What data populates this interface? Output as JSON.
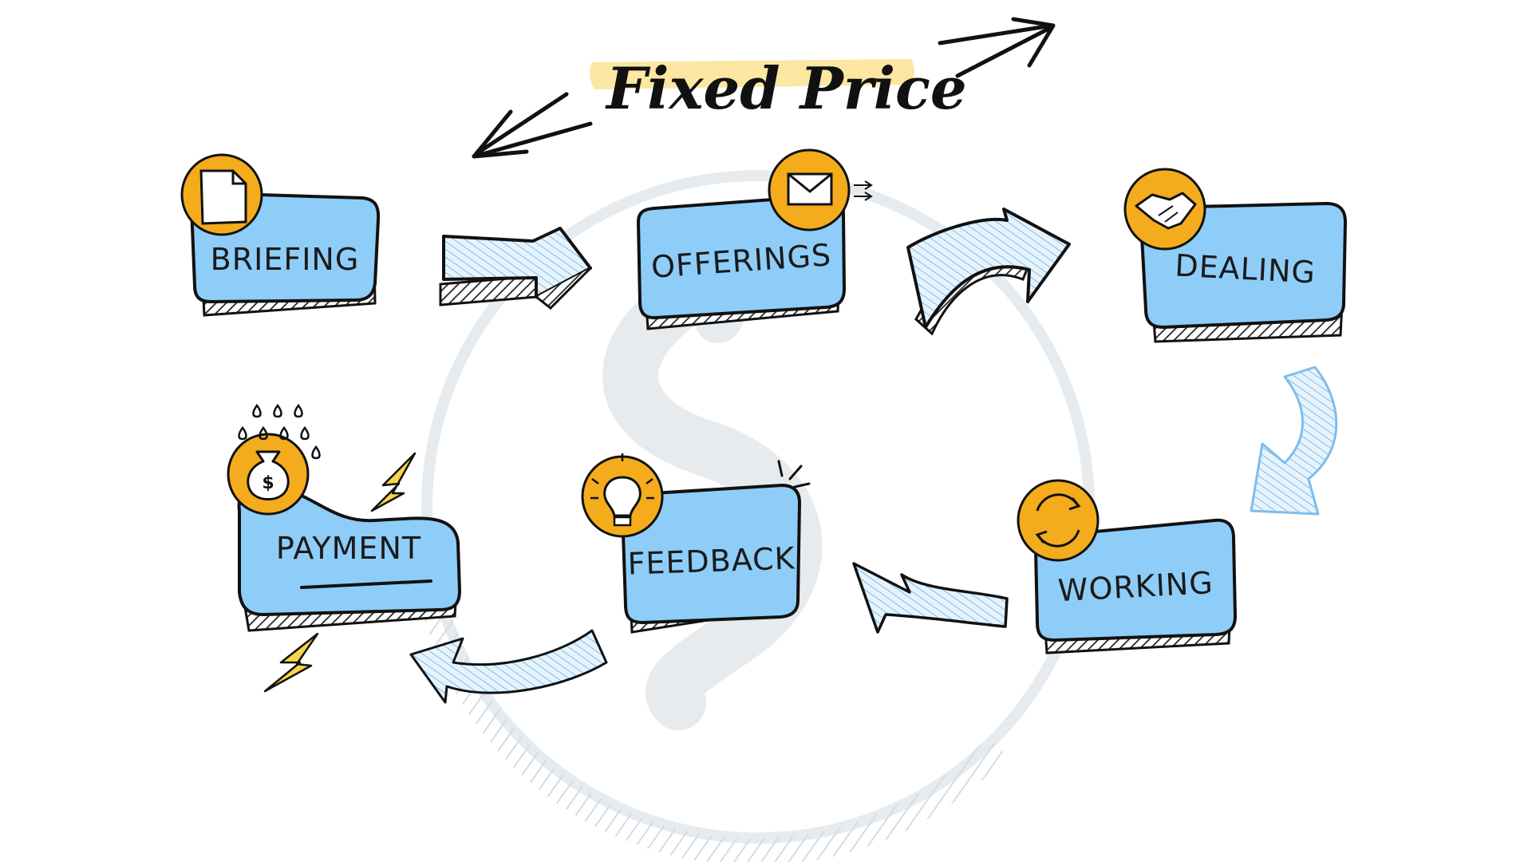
{
  "title": "Fixed Price",
  "steps": [
    {
      "label": "BRIEFING",
      "icon": "document-icon"
    },
    {
      "label": "OFFERINGS",
      "icon": "envelope-icon"
    },
    {
      "label": "DEALING",
      "icon": "handshake-icon"
    },
    {
      "label": "WORKING",
      "icon": "cycle-icon"
    },
    {
      "label": "FEEDBACK",
      "icon": "lightbulb-icon"
    },
    {
      "label": "PAYMENT",
      "icon": "money-bag-icon"
    }
  ],
  "colors": {
    "box_fill": "#8ECDF7",
    "icon_circle": "#F4AC1C",
    "highlight": "#FBE7A2",
    "arrow_fill": "#CFE7F9",
    "lightning": "#F7D54A",
    "watermark": "#E6EAEE"
  }
}
